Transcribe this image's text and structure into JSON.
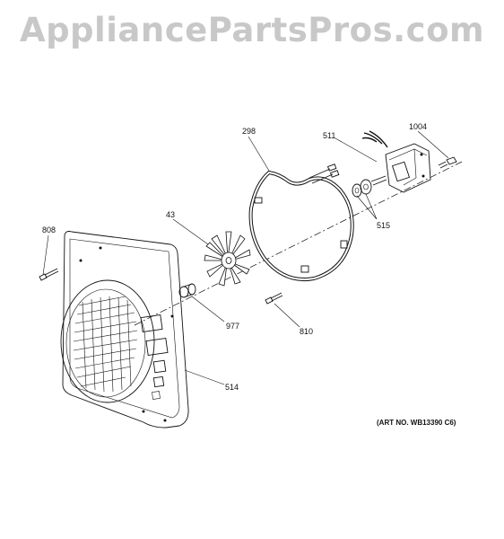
{
  "watermark": "AppliancePartsPros.com",
  "art_no": "(ART NO. WB13390 C6)",
  "callouts": {
    "c298": "298",
    "c511": "511",
    "c1004": "1004",
    "c515": "515",
    "c43": "43",
    "c808": "808",
    "c977": "977",
    "c810": "810",
    "c514": "514"
  }
}
